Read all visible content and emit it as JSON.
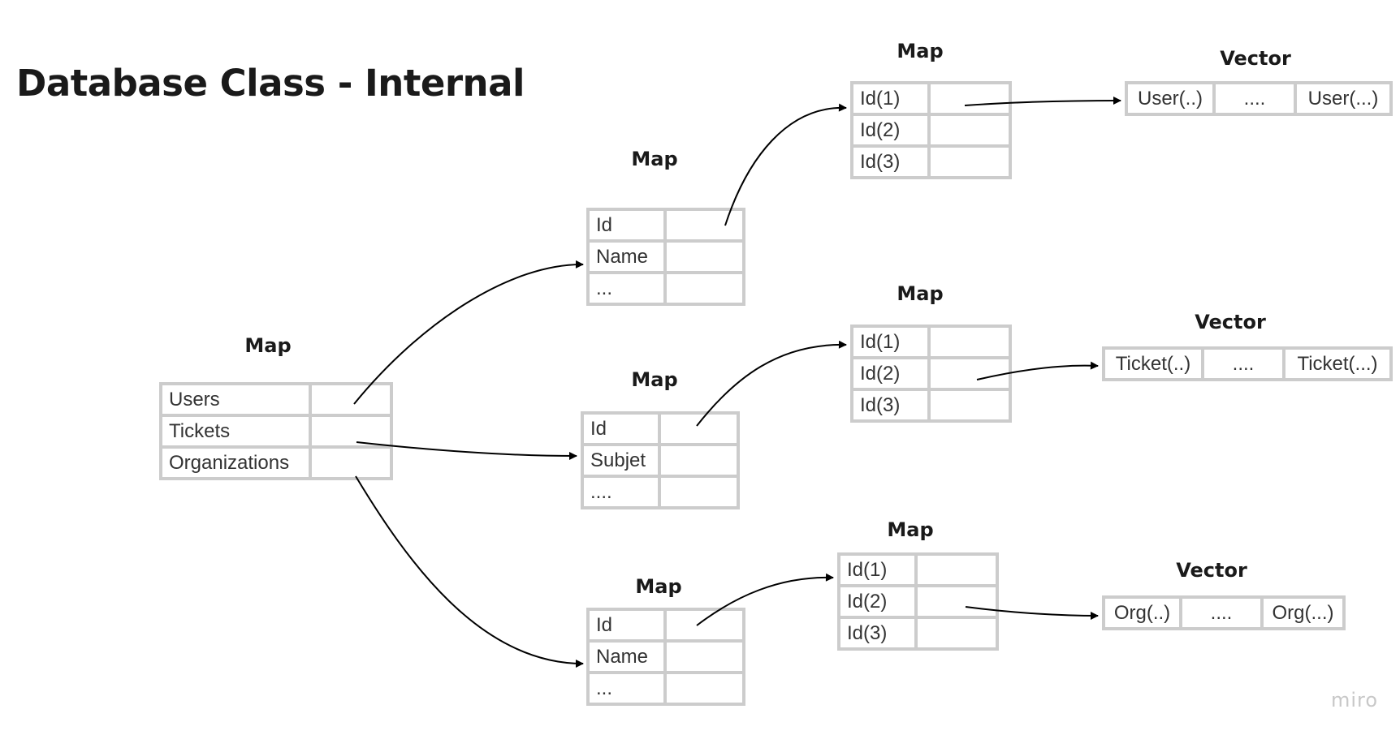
{
  "title": "Database Class - Internal",
  "watermark": "miro",
  "map_label": "Map",
  "vector_label": "Vector",
  "root_map": {
    "rows": [
      "Users",
      "Tickets",
      "Organizations"
    ]
  },
  "users_map": {
    "rows": [
      "Id",
      "Name",
      "..."
    ]
  },
  "tickets_map": {
    "rows": [
      "Id",
      "Subjet",
      "...."
    ]
  },
  "orgs_map": {
    "rows": [
      "Id",
      "Name",
      "..."
    ]
  },
  "user_id_map": {
    "rows": [
      "Id(1)",
      "Id(2)",
      "Id(3)"
    ]
  },
  "ticket_id_map": {
    "rows": [
      "Id(1)",
      "Id(2)",
      "Id(3)"
    ]
  },
  "org_id_map": {
    "rows": [
      "Id(1)",
      "Id(2)",
      "Id(3)"
    ]
  },
  "user_vector": {
    "cells": [
      "User(..)",
      "....",
      "User(...)"
    ]
  },
  "ticket_vector": {
    "cells": [
      "Ticket(..)",
      "....",
      "Ticket(...)"
    ]
  },
  "org_vector": {
    "cells": [
      "Org(..)",
      "....",
      "Org(...)"
    ]
  },
  "colors": {
    "border": "#cccccc",
    "text": "#333333",
    "heading": "#1a1a1a",
    "arrow": "#000000"
  }
}
